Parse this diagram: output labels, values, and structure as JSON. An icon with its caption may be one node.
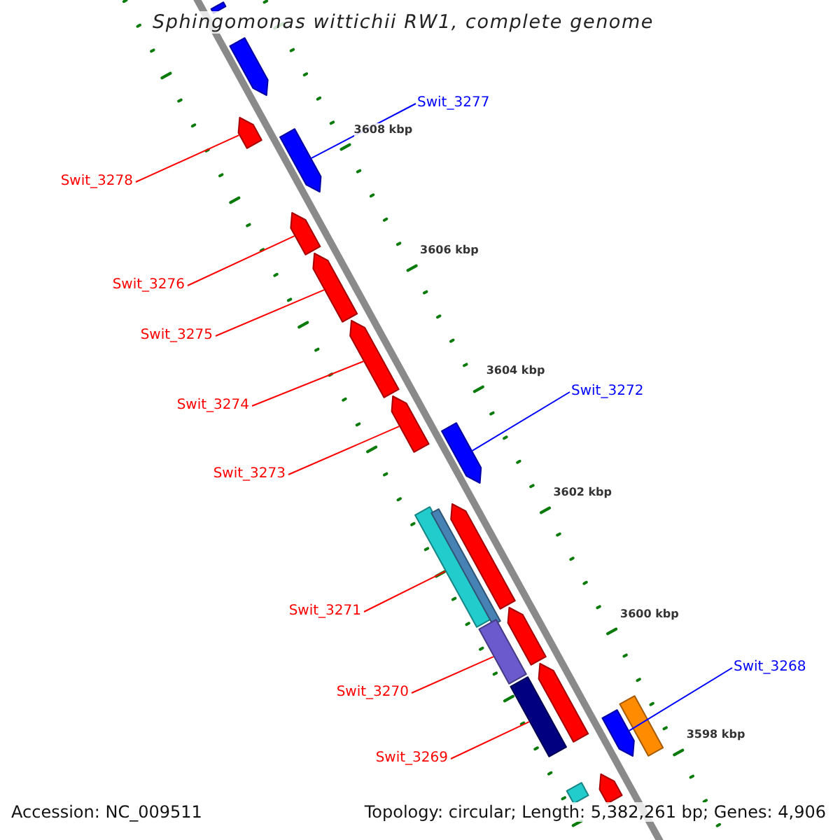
{
  "diagram": {
    "title": "Sphingomonas wittichii RW1, complete genome",
    "nodes": [
      {
        "text": [
          "Swit_3277"
        ]
      },
      {
        "text": [
          "Swit_3278"
        ]
      },
      {
        "text": [
          "Swit_3276"
        ]
      },
      {
        "text": [
          "Swit_3275"
        ]
      },
      {
        "text": [
          "Swit_3272"
        ]
      },
      {
        "text": [
          "Swit_3274"
        ]
      },
      {
        "text": [
          "Swit_3273"
        ]
      },
      {
        "text": [
          "Swit_3271"
        ]
      },
      {
        "text": [
          "Swit_3268"
        ]
      },
      {
        "text": [
          "Swit_3270"
        ]
      },
      {
        "text": [
          "Swit_3269"
        ]
      },
      {
        "text": [],
        "shape": "box"
      },
      {
        "text": [],
        "shape": "box"
      },
      {
        "text": [],
        "shape": "box"
      },
      {
        "text": [],
        "shape": "box"
      },
      {
        "text": [],
        "shape": "box"
      },
      {
        "text": [],
        "shape": "box"
      },
      {
        "text": [],
        "shape": "box"
      },
      {
        "text": [],
        "shape": "box"
      },
      {
        "text": [],
        "shape": "box"
      },
      {
        "text": [],
        "shape": "box"
      },
      {
        "text": [],
        "shape": "bar"
      },
      {
        "text": [],
        "shape": "bar"
      },
      {
        "text": [],
        "shape": "box"
      },
      {
        "text": [],
        "shape": "bar"
      },
      {
        "text": [],
        "shape": "box"
      },
      {
        "text": [],
        "shape": "bar"
      },
      {
        "text": [],
        "shape": "bar"
      },
      {
        "text": [],
        "shape": "box"
      },
      {
        "text": [],
        "shape": "box"
      },
      {
        "text": [],
        "shape": "bar"
      }
    ],
    "edges": [
      {
        "from": 0,
        "to": 14,
        "arrow": "none",
        "color": "#0000ff"
      },
      {
        "from": 1,
        "to": 13,
        "arrow": "none"
      },
      {
        "from": 2,
        "to": 15,
        "arrow": "none"
      },
      {
        "from": 3,
        "to": 16,
        "arrow": "none"
      },
      {
        "from": 4,
        "to": 19,
        "arrow": "none",
        "color": "#0000ff"
      },
      {
        "from": 5,
        "to": 17,
        "arrow": "none"
      },
      {
        "from": 6,
        "to": 18,
        "arrow": "none"
      },
      {
        "from": 7,
        "to": 21,
        "arrow": "none"
      },
      {
        "from": 8,
        "to": 28,
        "arrow": "none",
        "color": "#0000ff"
      },
      {
        "from": 9,
        "to": 24,
        "arrow": "none"
      },
      {
        "from": 10,
        "to": 26,
        "arrow": "none"
      }
    ],
    "labels": [
      "3608 kbp",
      "3606 kbp",
      "3604 kbp",
      "3602 kbp",
      "3600 kbp",
      "3598 kbp",
      "Accession: NC_009511",
      "Topology: circular; Length: 5,382,261 bp; Genes: 4,906"
    ]
  }
}
